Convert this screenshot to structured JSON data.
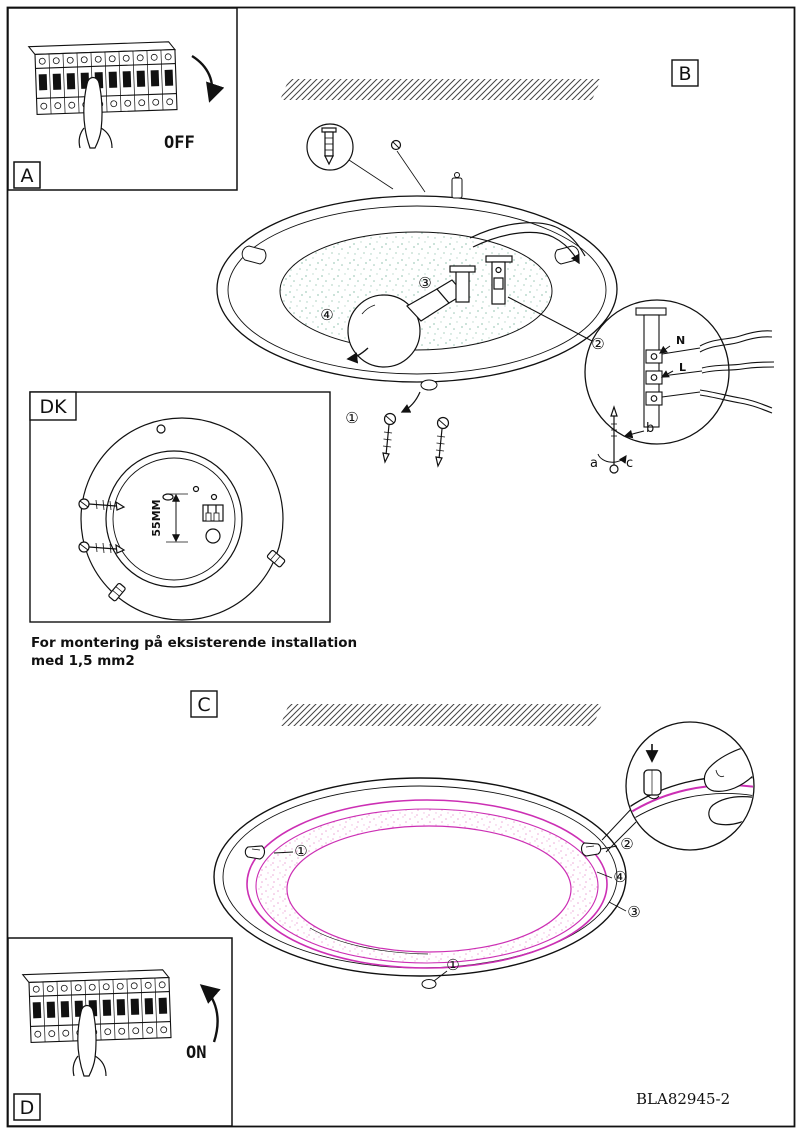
{
  "document": {
    "code": "BLA82945-2",
    "note_line1": "For montering på  eksisterende installation",
    "note_line2": "med 1,5 mm2"
  },
  "panel_a": {
    "label": "A",
    "switch_state": "OFF"
  },
  "panel_b": {
    "label": "B",
    "callout_1": "①",
    "callout_2": "②",
    "callout_3": "③",
    "callout_4": "④",
    "terminal_n": "N",
    "terminal_l": "L",
    "step_a": "a",
    "step_b": "b",
    "step_c": "c"
  },
  "panel_dk": {
    "label": "DK",
    "dimension": "55MM"
  },
  "panel_c": {
    "label": "C",
    "callout_1": "①",
    "callout_2": "②",
    "callout_3": "③",
    "callout_4": "④",
    "callout_1_bottom": "①"
  },
  "panel_d": {
    "label": "D",
    "switch_state": "ON"
  },
  "colors": {
    "magenta": "#cc2fb4"
  }
}
